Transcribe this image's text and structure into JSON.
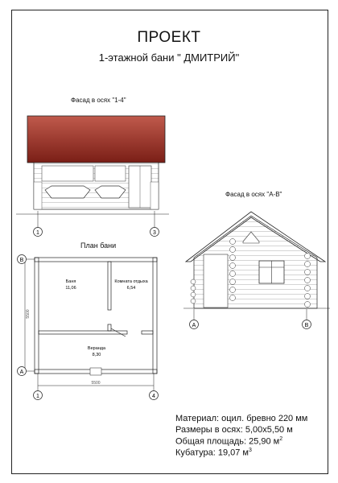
{
  "header": {
    "title": "ПРОЕКТ",
    "subtitle": "1-этажной бани \" ДМИТРИЙ\""
  },
  "facade_front": {
    "caption": "Фасад в осях \"1-4\"",
    "axes": [
      "1",
      "3"
    ]
  },
  "facade_side": {
    "caption": "Фасад в осях \"А-В\"",
    "axes": [
      "A",
      "B"
    ]
  },
  "plan": {
    "caption": "План бани",
    "rooms": [
      {
        "name": "Баня",
        "area": "11,06"
      },
      {
        "name": "Комната отдыха",
        "area": "6,54"
      },
      {
        "name": "Веранда",
        "area": "8,30"
      }
    ],
    "dim_horizontal": "5500",
    "dim_vertical": "5500",
    "axes_rows": [
      "B",
      "A"
    ],
    "axes_cols": [
      "1",
      "4"
    ]
  },
  "specs": {
    "material": "Материал:  оцил. бревно 220 мм",
    "dimensions": "Размеры в осях: 5,00х5,50 м",
    "area_prefix": "Общая площадь: 25,90 м",
    "area_sup": "2",
    "volume_prefix": "Кубатура: 19,07 м",
    "volume_sup": "3"
  },
  "colors": {
    "roof_top": "#c05a4c",
    "roof_bottom": "#7a1e16",
    "line": "#222222"
  }
}
